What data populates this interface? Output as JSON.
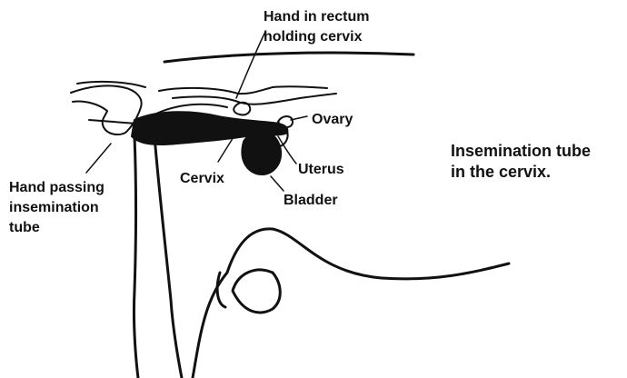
{
  "labels": {
    "hand_rectum_line1": "Hand in rectum",
    "hand_rectum_line2": "holding cervix",
    "ovary": "Ovary",
    "uterus": "Uterus",
    "cervix": "Cervix",
    "bladder": "Bladder",
    "hand_passing_line1": "Hand passing",
    "hand_passing_line2": "insemination",
    "hand_passing_line3": "tube"
  },
  "caption": {
    "line1": "Insemination tube",
    "line2": "in the cervix."
  },
  "colors": {
    "ink": "#111111",
    "background": "#ffffff"
  }
}
